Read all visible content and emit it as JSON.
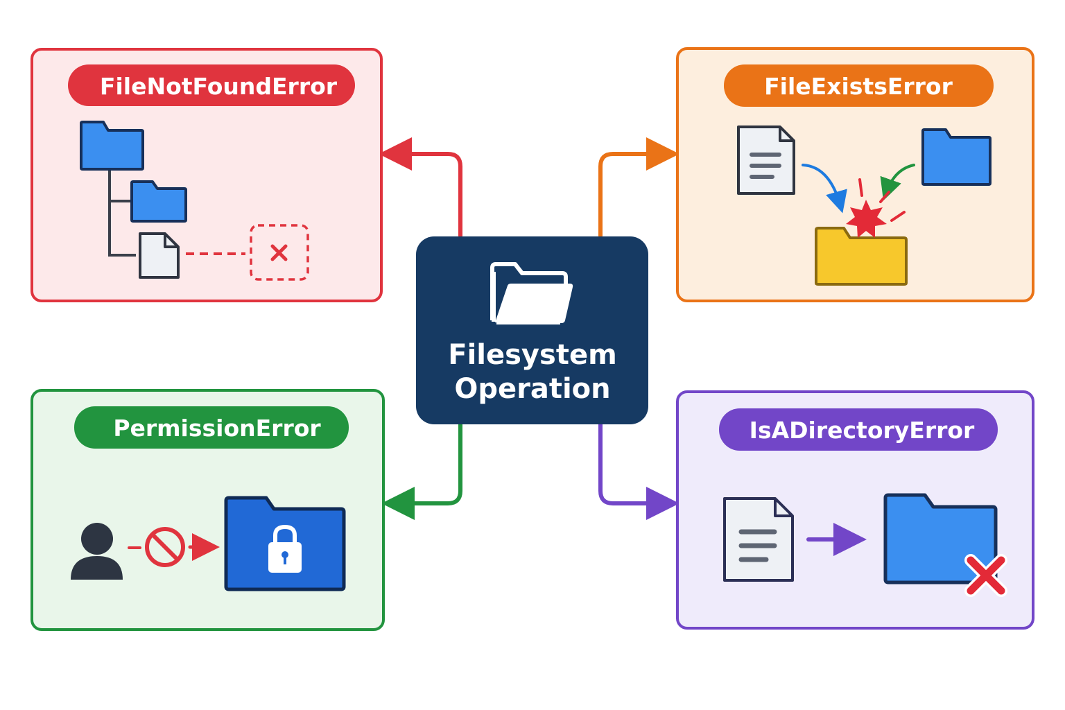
{
  "center": {
    "line1": "Filesystem",
    "line2": "Operation",
    "icon": "open-folder-icon",
    "color": "#163a63"
  },
  "errors": {
    "not_found": {
      "label": "FileNotFoundError",
      "color": "#e0343e",
      "icons": [
        "folder-icon",
        "folder-icon",
        "file-icon",
        "missing-x-icon"
      ]
    },
    "exists": {
      "label": "FileExistsError",
      "color": "#ea7317",
      "icons": [
        "document-icon",
        "folder-icon",
        "collision-star-icon",
        "yellow-folder-icon"
      ]
    },
    "permission": {
      "label": "PermissionError",
      "color": "#22943f",
      "icons": [
        "user-icon",
        "no-entry-icon",
        "locked-folder-icon"
      ]
    },
    "is_directory": {
      "label": "IsADirectoryError",
      "color": "#7246c8",
      "icons": [
        "document-icon",
        "folder-icon",
        "red-x-icon"
      ]
    }
  }
}
